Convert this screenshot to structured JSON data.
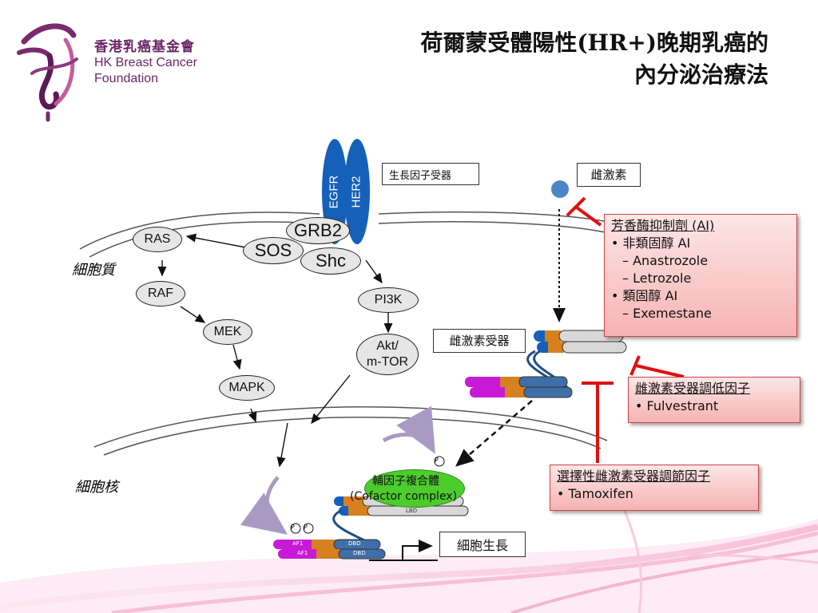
{
  "title": {
    "line1": "荷爾蒙受體陽性(HR+)晚期乳癌的",
    "line2": "內分泌治療法"
  },
  "logo": {
    "chinese": "香港乳癌基金會",
    "english_1": "HK Breast Cancer",
    "english_2": "Foundation"
  },
  "colors": {
    "membrane": "#555555",
    "receptor_blue": "#1560b8",
    "inhibitor_red": "#e01010",
    "cofactor_green": "#4dcc2e",
    "logo_purple": "#6b2466"
  },
  "receptors": {
    "egfr": "EGFR",
    "her2": "HER2",
    "label": "生長因子受器"
  },
  "nodes": {
    "grb2": "GRB2",
    "sos": "SOS",
    "shc": "Shc",
    "ras": "RAS",
    "raf": "RAF",
    "mek": "MEK",
    "mapk": "MAPK",
    "pi3k": "PI3K",
    "akt_1": "Akt/",
    "akt_2": "m-TOR"
  },
  "regions": {
    "cytoplasm": "細胞質",
    "nucleus": "細胞核"
  },
  "hormone": {
    "label": "雌激素"
  },
  "estrogen_receptor": {
    "label": "雌激素受器"
  },
  "ai_box": {
    "heading": "芳香酶抑制劑 (AI)",
    "items": [
      "• 非類固醇 AI",
      "  – Anastrozole",
      "  – Letrozole",
      "• 類固醇 AI",
      "  – Exemestane"
    ]
  },
  "serd_box": {
    "heading": "雌激素受器調低因子",
    "items": [
      "• Fulvestrant"
    ]
  },
  "serm_box": {
    "heading": "選擇性雌激素受器調節因子",
    "items": [
      "• Tamoxifen"
    ]
  },
  "cofactor": {
    "line1": "輔因子複合體",
    "line2": "(Cofactor complex)"
  },
  "growth": {
    "label": "細胞生長"
  },
  "domains": {
    "af1": "AF1",
    "dbd": "DBD",
    "lbd": "LBD",
    "phospho": "P"
  }
}
